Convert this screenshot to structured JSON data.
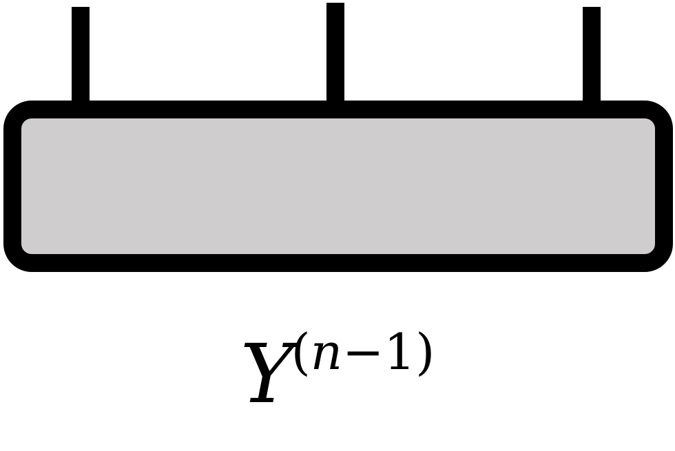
{
  "diagram": {
    "colors": {
      "stroke": "#000000",
      "fill": "#cfcdce",
      "background": "#ffffff"
    },
    "label": {
      "symbol": "Y",
      "superscript_open": "(",
      "superscript_var": "n",
      "superscript_rest": "−1)"
    }
  }
}
